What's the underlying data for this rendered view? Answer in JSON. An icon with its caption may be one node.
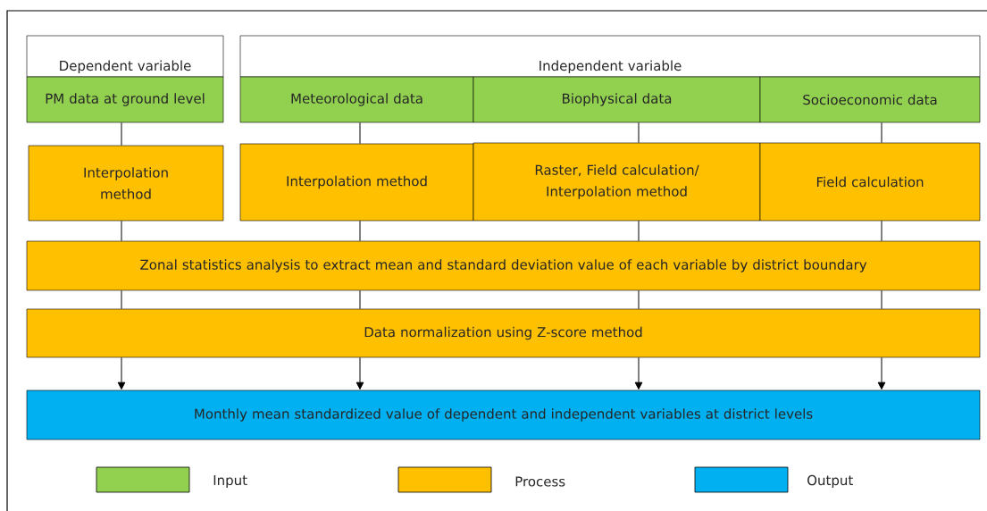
{
  "diagram": {
    "nodes": [
      {
        "text": [
          "Dependent variable"
        ]
      },
      {
        "text": [
          "Independent variable"
        ]
      },
      {
        "text": [
          "PM data at ground level"
        ]
      },
      {
        "text": [
          "Meteorological data"
        ]
      },
      {
        "text": [
          "Biophysical data"
        ]
      },
      {
        "text": [
          "Socioeconomic data"
        ]
      },
      {
        "text": [
          "Interpolation method"
        ]
      },
      {
        "text": [
          "Interpolation method"
        ]
      },
      {
        "text": [
          "Raster, Field calculation/ Interpolation method"
        ]
      },
      {
        "text": [
          "Field calculation"
        ]
      },
      {
        "text": [
          "Zonal statistics analysis to extract mean and standard deviation value of each variable by district boundary"
        ]
      },
      {
        "text": [
          "Data normalization using Z-score method"
        ]
      },
      {
        "text": [
          "Monthly mean standardized value of dependent and independent variables at district levels"
        ]
      }
    ],
    "edges": [
      {
        "from": 2,
        "to": 6,
        "arrow": "none"
      },
      {
        "from": 3,
        "to": 7,
        "arrow": "none"
      },
      {
        "from": 4,
        "to": 8,
        "arrow": "none"
      },
      {
        "from": 5,
        "to": 9,
        "arrow": "none"
      },
      {
        "from": 6,
        "to": 10,
        "arrow": "none"
      },
      {
        "from": 7,
        "to": 10,
        "arrow": "none"
      },
      {
        "from": 8,
        "to": 10,
        "arrow": "none"
      },
      {
        "from": 9,
        "to": 10,
        "arrow": "none"
      },
      {
        "from": 10,
        "to": 11,
        "arrow": "none"
      },
      {
        "from": 10,
        "to": 11,
        "arrow": "none"
      },
      {
        "from": 10,
        "to": 11,
        "arrow": "none"
      },
      {
        "from": 10,
        "to": 11,
        "arrow": "none"
      },
      {
        "from": 11,
        "to": 12,
        "arrow": "to"
      },
      {
        "from": 11,
        "to": 12,
        "arrow": "to"
      },
      {
        "from": 11,
        "to": 12,
        "arrow": "to"
      },
      {
        "from": 11,
        "to": 12,
        "arrow": "to"
      }
    ],
    "legend": [
      {
        "text": "Input",
        "color": "#92d050"
      },
      {
        "text": "Process",
        "color": "#ffc000"
      },
      {
        "text": "Output",
        "color": "#00b0f0"
      }
    ]
  }
}
